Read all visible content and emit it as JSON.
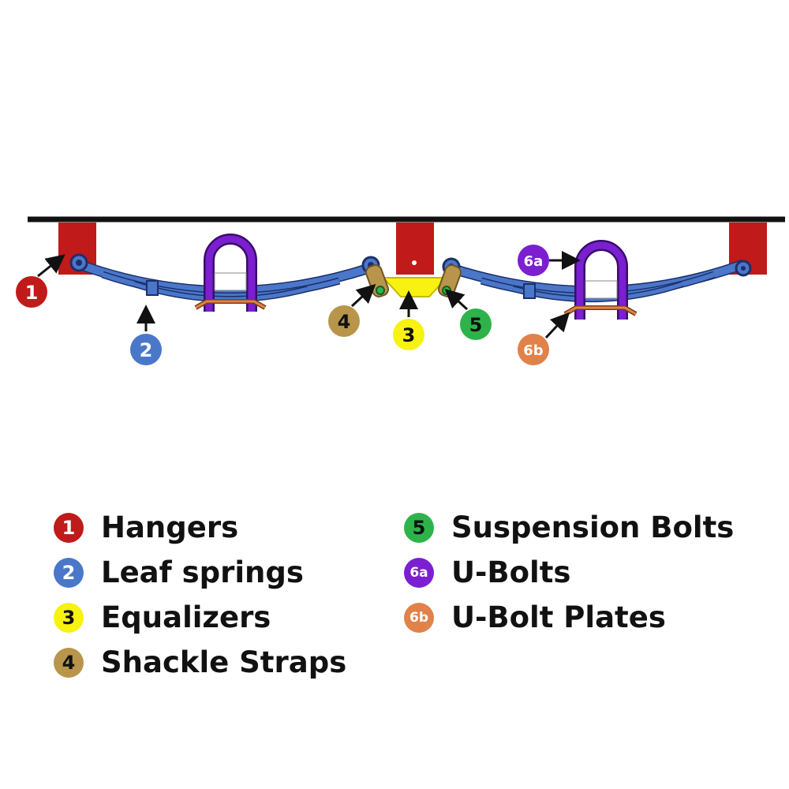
{
  "colors": {
    "hanger": "#c01a1a",
    "leaf_spring": "#4a77c9",
    "equalizer": "#f7f20f",
    "shackle": "#b8954a",
    "bolt": "#2db34a",
    "ubolt": "#7b1fd1",
    "ubolt_plate": "#e0824a",
    "frame": "#111111"
  },
  "callouts": {
    "c1": "1",
    "c2": "2",
    "c3": "3",
    "c4": "4",
    "c5": "5",
    "c6a": "6a",
    "c6b": "6b"
  },
  "legend": {
    "left": [
      {
        "badge": "1",
        "label": "Hangers"
      },
      {
        "badge": "2",
        "label": "Leaf springs"
      },
      {
        "badge": "3",
        "label": "Equalizers"
      },
      {
        "badge": "4",
        "label": "Shackle Straps"
      }
    ],
    "right": [
      {
        "badge": "5",
        "label": "Suspension Bolts"
      },
      {
        "badge": "6a",
        "label": "U-Bolts"
      },
      {
        "badge": "6b",
        "label": "U-Bolt Plates"
      }
    ]
  }
}
